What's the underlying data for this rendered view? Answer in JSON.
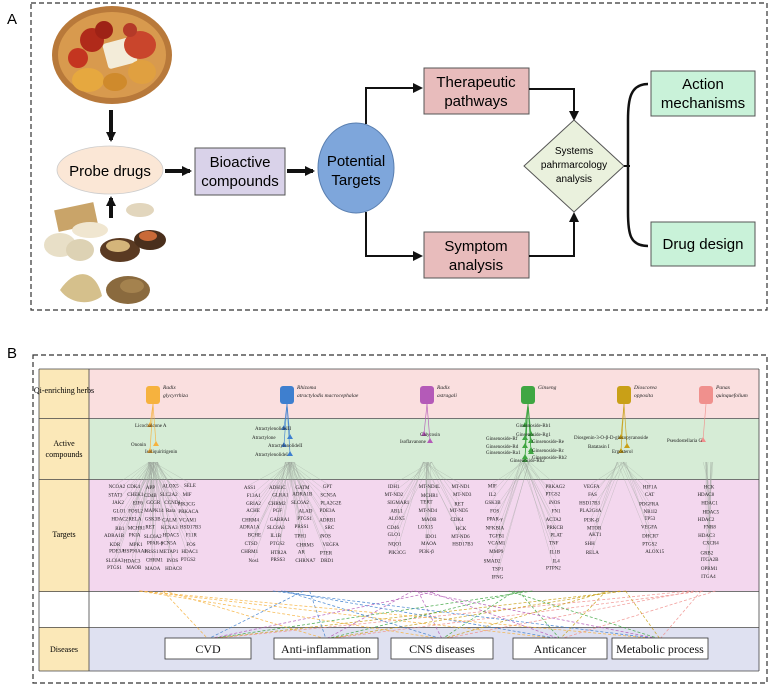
{
  "panel_a": {
    "label": "A",
    "nodes": {
      "probe_drugs": "Probe drugs",
      "bioactive_line1": "Bioactive",
      "bioactive_line2": "compounds",
      "targets_line1": "Potential",
      "targets_line2": "Targets",
      "therapeutic_line1": "Therapeutic",
      "therapeutic_line2": "pathways",
      "symptom_line1": "Symptom",
      "symptom_line2": "analysis",
      "systems_line1": "Systems",
      "systems_line2": "pahrmarcology",
      "systems_line3": "analysis",
      "action_line1": "Action",
      "action_line2": "mechanisms",
      "drug_design": "Drug design"
    },
    "colors": {
      "probe": "#fbe7d6",
      "bioactive": "#d9d2e9",
      "targets": "#7ea6db",
      "pathway": "#e8bcbc",
      "systems": "#eaf1dd",
      "result": "#c9f2d9"
    }
  },
  "panel_b": {
    "label": "B",
    "rows": {
      "herbs": "Qi-enriching herbs",
      "compounds_line1": "Active",
      "compounds_line2": "compounds",
      "targets": "Targets",
      "diseases": "Diseases"
    },
    "row_colors": {
      "herbs": "#fadfdf",
      "compounds": "#d6ecd6",
      "targets": "#f3d7ee",
      "diseases": "#dfe1f1",
      "labels": "#fbe8b8"
    },
    "herbs": [
      {
        "name": "Radix glycyrrhiza",
        "color": "#f6b23e"
      },
      {
        "name": "Rhizoma atractylodis macrocephalae",
        "color": "#3e7fcf"
      },
      {
        "name": "Radix astragali",
        "color": "#b45ab8"
      },
      {
        "name": "Ginseng",
        "color": "#3fa642"
      },
      {
        "name": "Dioscorea opposita",
        "color": "#c9a017"
      },
      {
        "name": "Panax quinquefolium",
        "color": "#f0908d"
      }
    ],
    "compounds": [
      "Licochalcone A",
      "Ononin",
      "Isoliquiritigenin",
      "AtractylenolideIII",
      "Atractylone",
      "AtractylenolideII",
      "AtractylenolideI",
      "Calycosin",
      "Isoflavanone",
      "Ginsenoside-Rb1",
      "Ginsenoside-Rg1",
      "Ginsenoside-Rf",
      "Ginsenoside-Re",
      "Ginsenoside-Rd",
      "Ginsenoside-Rc",
      "Ginsenoside-Rb2",
      "Ginsenoside-Ra1",
      "Ginsenoside-Rh2",
      "Diosgenin-3-O-β-D-glucopyranoside",
      "Batatasin I",
      "Ergosterol",
      "Pseudostellaria G"
    ],
    "targets": [
      "NCOA2",
      "CDK4",
      "APP",
      "ALOX5",
      "SELE",
      "STAT3",
      "CHEK1",
      "CD4B",
      "SLC2A2",
      "MIF",
      "JAK2",
      "EIF6",
      "GCGR",
      "CCND1",
      "PIK3CG",
      "GLO1",
      "FOSL2",
      "MAPK14",
      "Rara",
      "PRKACA",
      "HDAC2",
      "RELA",
      "GSK3B",
      "CALM",
      "VCAM1",
      "RB1",
      "MCHR1",
      "RET",
      "KCNA3",
      "HSD17B3",
      "ADRA1B",
      "PKIA",
      "SLC6A2",
      "HDAC5",
      "F11R",
      "KDR",
      "MPK1",
      "PPAR-γ",
      "SCN5A",
      "FOS",
      "PDE3A",
      "HSP90AA1",
      "PRSS1",
      "METAP1",
      "HDAC1",
      "SLC6A3",
      "HDAC3",
      "CHRM1",
      "INOS",
      "PTGS2",
      "PTGS1",
      "MAOB",
      "MAOA",
      "HDAC8",
      "ASS1",
      "ADH1C",
      "GATM",
      "GPT",
      "F13A1",
      "GLRA1",
      "ADRA1B",
      "SCN5A",
      "GRIA2",
      "CHRM2",
      "SLC6A2",
      "PLA2G2E",
      "ACHE",
      "PGF",
      "ALAD",
      "PDE3A",
      "CHRM4",
      "GABRA1",
      "PTGS1",
      "ADRB1",
      "ADRA1A",
      "SLC6A3",
      "PRSS1",
      "SRC",
      "BCHE",
      "IL1B",
      "TPH1",
      "iNOS",
      "CTSD",
      "PTGS2",
      "CHRM3",
      "VEGFA",
      "CHRM1",
      "HTR2A",
      "AR",
      "PTER",
      "Nos1",
      "PRSS3",
      "CHRNA7",
      "DRD1",
      "IDH1",
      "MT-ND4L",
      "MT-ND1",
      "MT-ND2",
      "MCHR1",
      "MT-ND3",
      "SIGMAR1",
      "TERT",
      "RET",
      "ABL1",
      "MT-ND4",
      "MT-ND5",
      "ALOX5",
      "MAOB",
      "CDK4",
      "CD46",
      "LOX15",
      "HCK",
      "GLO1",
      "IDO1",
      "MT-ND6",
      "NQO1",
      "MAOA",
      "HSD17B3",
      "PIK3CG",
      "PI3K-β",
      "MIF",
      "PRKAG2",
      "IL2",
      "PTGS2",
      "GSK3B",
      "iNOS",
      "FOS",
      "FN1",
      "PPAR-γ",
      "ACTA2",
      "NFKBIA",
      "PRKCB",
      "TGFB1",
      "PLAT",
      "VCAM1",
      "TNF",
      "MMP9",
      "IL1B",
      "SMAD2",
      "IL4",
      "TSP1",
      "PTPN2",
      "IFNG",
      "VEGFA",
      "HIF1A",
      "FAS",
      "CAT",
      "HSD17B3",
      "PDGFRA",
      "PLA2G4A",
      "NR1I2",
      "PI3K-β",
      "TP53",
      "MTOR",
      "VEGFA",
      "AKT1",
      "DHCR7",
      "SHH",
      "PTGS2",
      "RELA",
      "ALOX15",
      "HCK",
      "HDAC8",
      "HDAC1",
      "HDAC5",
      "HDAC2",
      "FNR8",
      "HDAC3",
      "CXCR4",
      "GRB2",
      "ITGA2B",
      "OPRM1",
      "ITGA4",
      "ITGA6"
    ],
    "diseases": [
      "CVD",
      "Anti-inflammation",
      "CNS diseases",
      "Anticancer",
      "Metabolic process"
    ]
  }
}
